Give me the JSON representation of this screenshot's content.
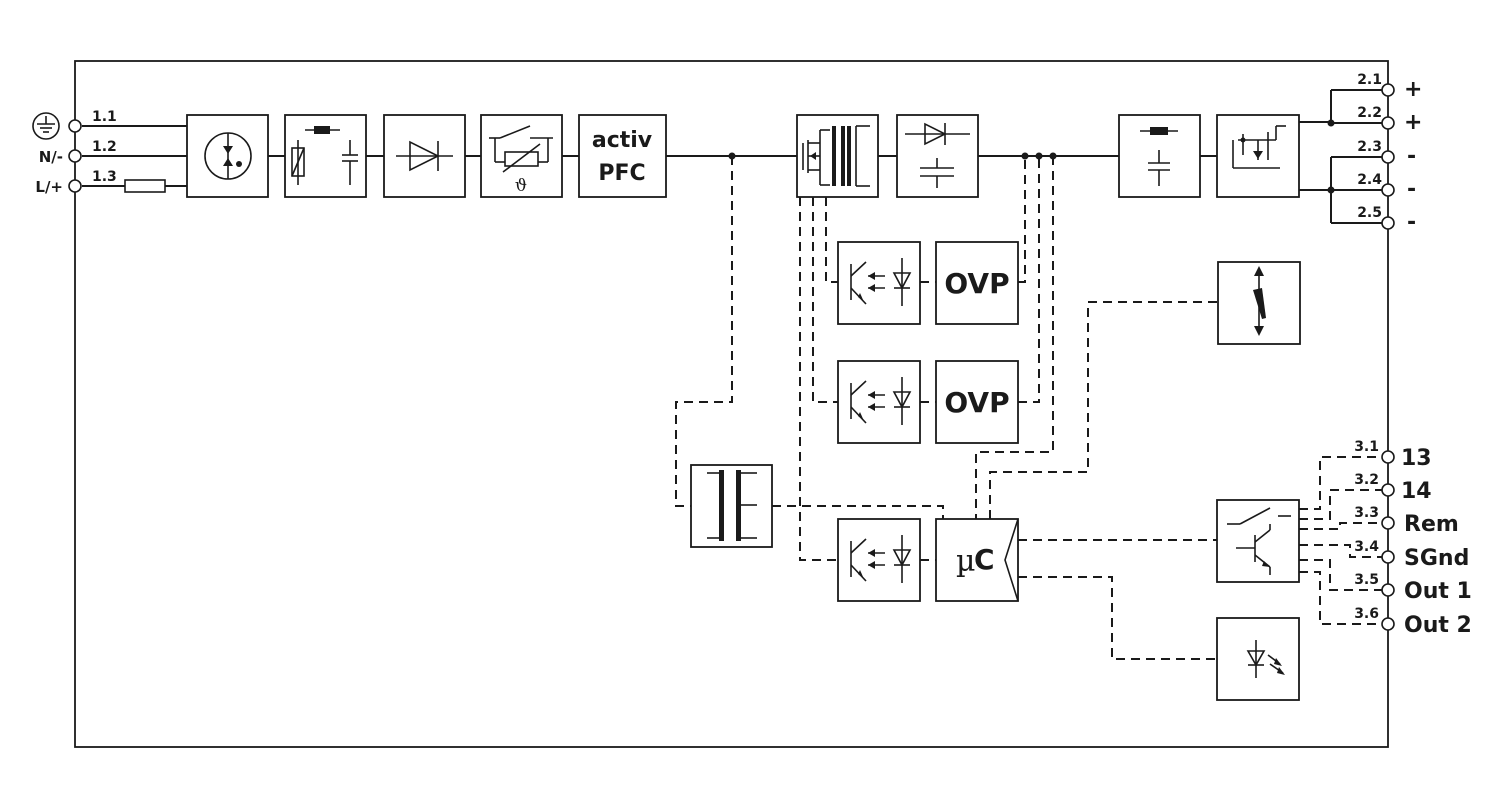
{
  "input_terminals": [
    {
      "id": "1.1",
      "label": "",
      "icon": "ground-icon"
    },
    {
      "id": "1.2",
      "label": "N/-"
    },
    {
      "id": "1.3",
      "label": "L/+"
    }
  ],
  "output_terminals": [
    {
      "id": "2.1",
      "sign": "+"
    },
    {
      "id": "2.2",
      "sign": "+"
    },
    {
      "id": "2.3",
      "sign": "-"
    },
    {
      "id": "2.4",
      "sign": "-"
    },
    {
      "id": "2.5",
      "sign": "-"
    }
  ],
  "signal_terminals": [
    {
      "id": "3.1",
      "label": "13"
    },
    {
      "id": "3.2",
      "label": "14"
    },
    {
      "id": "3.3",
      "label": "Rem"
    },
    {
      "id": "3.4",
      "label": "SGnd"
    },
    {
      "id": "3.5",
      "label": "Out 1"
    },
    {
      "id": "3.6",
      "label": "Out 2"
    }
  ],
  "blocks": {
    "pfc_line1": "activ",
    "pfc_line2": "PFC",
    "ovp_1": "OVP",
    "ovp_2": "OVP",
    "mc_mu": "µ",
    "mc_c": "C"
  },
  "icons": [
    "ground-icon",
    "surge-protection-icon",
    "emi-filter-icon",
    "rectifier-diode-icon",
    "thermal-switch-icon",
    "mosfet-transformer-icon",
    "output-rectifier-icon",
    "optocoupler-icon",
    "transformer-icon",
    "output-filter-icon",
    "oring-mosfet-icon",
    "potentiometer-icon",
    "relay-transistor-icon",
    "led-icon"
  ],
  "colors": {
    "line": "#1a1a1a",
    "background": "#ffffff"
  }
}
